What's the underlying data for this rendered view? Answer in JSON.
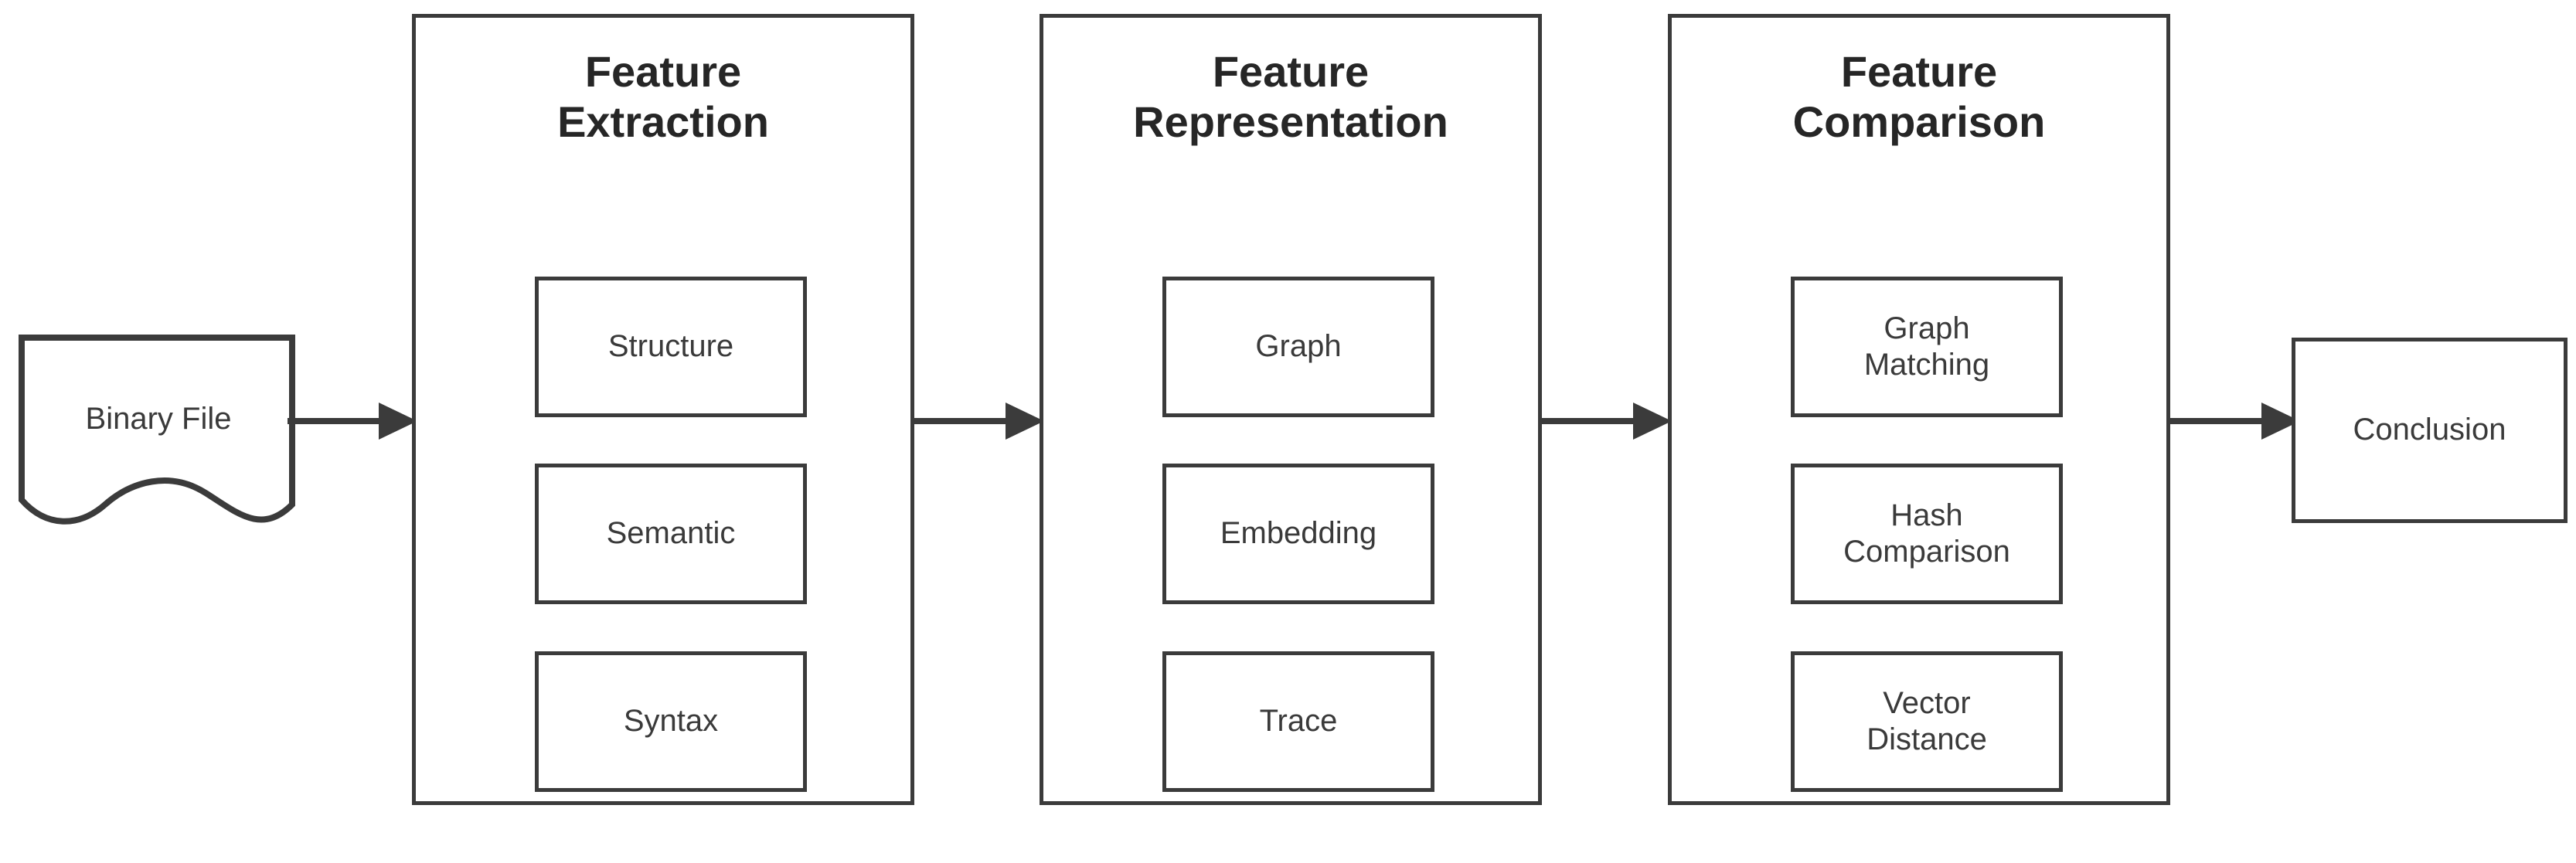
{
  "diagram": {
    "source": {
      "label": "Binary File",
      "shape": "document"
    },
    "stages": [
      {
        "title": "Feature\nExtraction",
        "items": [
          "Structure",
          "Semantic",
          "Syntax"
        ]
      },
      {
        "title": "Feature\nRepresentation",
        "items": [
          "Graph",
          "Embedding",
          "Trace"
        ]
      },
      {
        "title": "Feature\nComparison",
        "items": [
          "Graph\nMatching",
          "Hash\nComparison",
          "Vector\nDistance"
        ]
      }
    ],
    "result": {
      "label": "Conclusion"
    },
    "arrows": [
      {
        "name": "arrow-source-to-extraction"
      },
      {
        "name": "arrow-extraction-to-representation"
      },
      {
        "name": "arrow-representation-to-comparison"
      },
      {
        "name": "arrow-comparison-to-conclusion"
      }
    ],
    "colors": {
      "stroke": "#3b3b3b",
      "title_text": "#262626",
      "body_text": "#3a3a3a",
      "background": "#ffffff"
    }
  }
}
